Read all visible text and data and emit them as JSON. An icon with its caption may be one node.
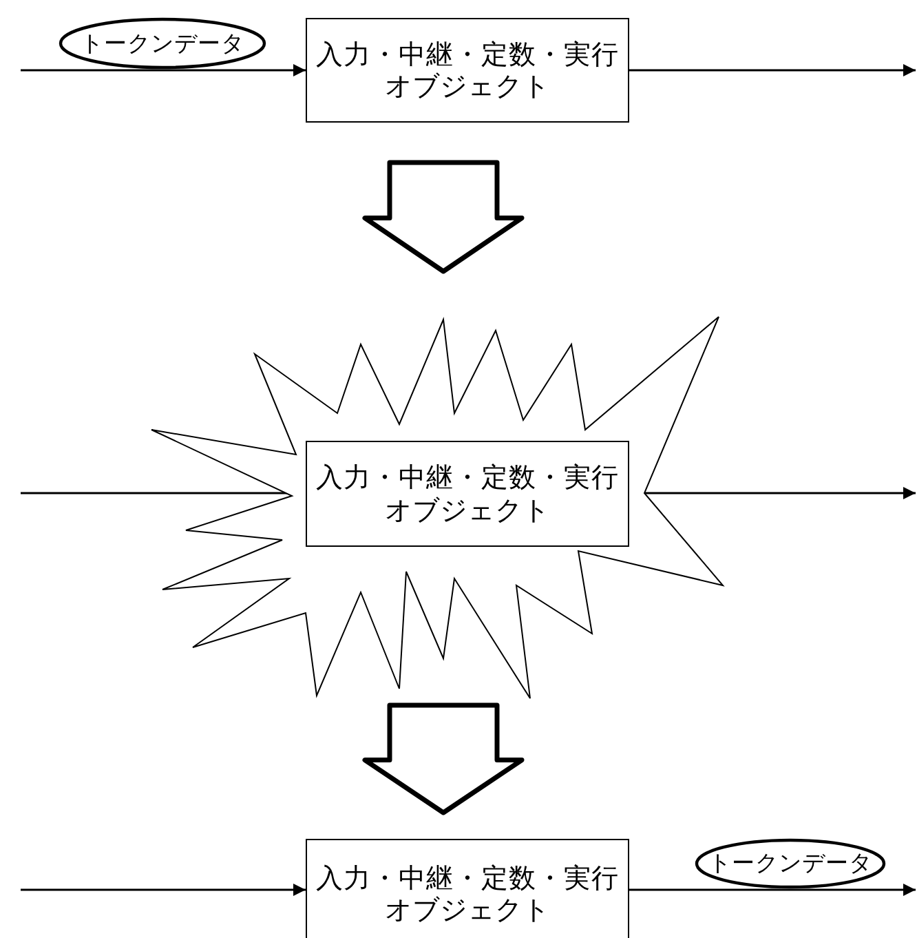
{
  "diagram": {
    "nodes": [
      {
        "text": [
          "トークンデータ"
        ]
      },
      {
        "text": [
          "入力・中継・定数・実行オブジェクト"
        ]
      },
      {
        "text": [],
        "shape": "burst"
      },
      {
        "text": [
          "入力・中継・定数・実行オブジェクト"
        ],
        "in": 2
      },
      {
        "text": [
          "入力・中継・定数・実行オブジェクト"
        ]
      },
      {
        "text": [
          "トークンデータ"
        ]
      }
    ],
    "edges": [
      {
        "from": null,
        "to": 1,
        "arrow": "to"
      },
      {
        "from": 1,
        "to": null,
        "arrow": "to"
      },
      {
        "from": 1,
        "to": 2,
        "arrow": "to",
        "style": "thick"
      },
      {
        "from": null,
        "to": 3,
        "arrow": "to"
      },
      {
        "from": 3,
        "to": null,
        "arrow": "to"
      },
      {
        "from": 2,
        "to": 4,
        "arrow": "to",
        "style": "thick"
      },
      {
        "from": null,
        "to": 4,
        "arrow": "to"
      },
      {
        "from": 4,
        "to": null,
        "arrow": "to"
      }
    ]
  }
}
